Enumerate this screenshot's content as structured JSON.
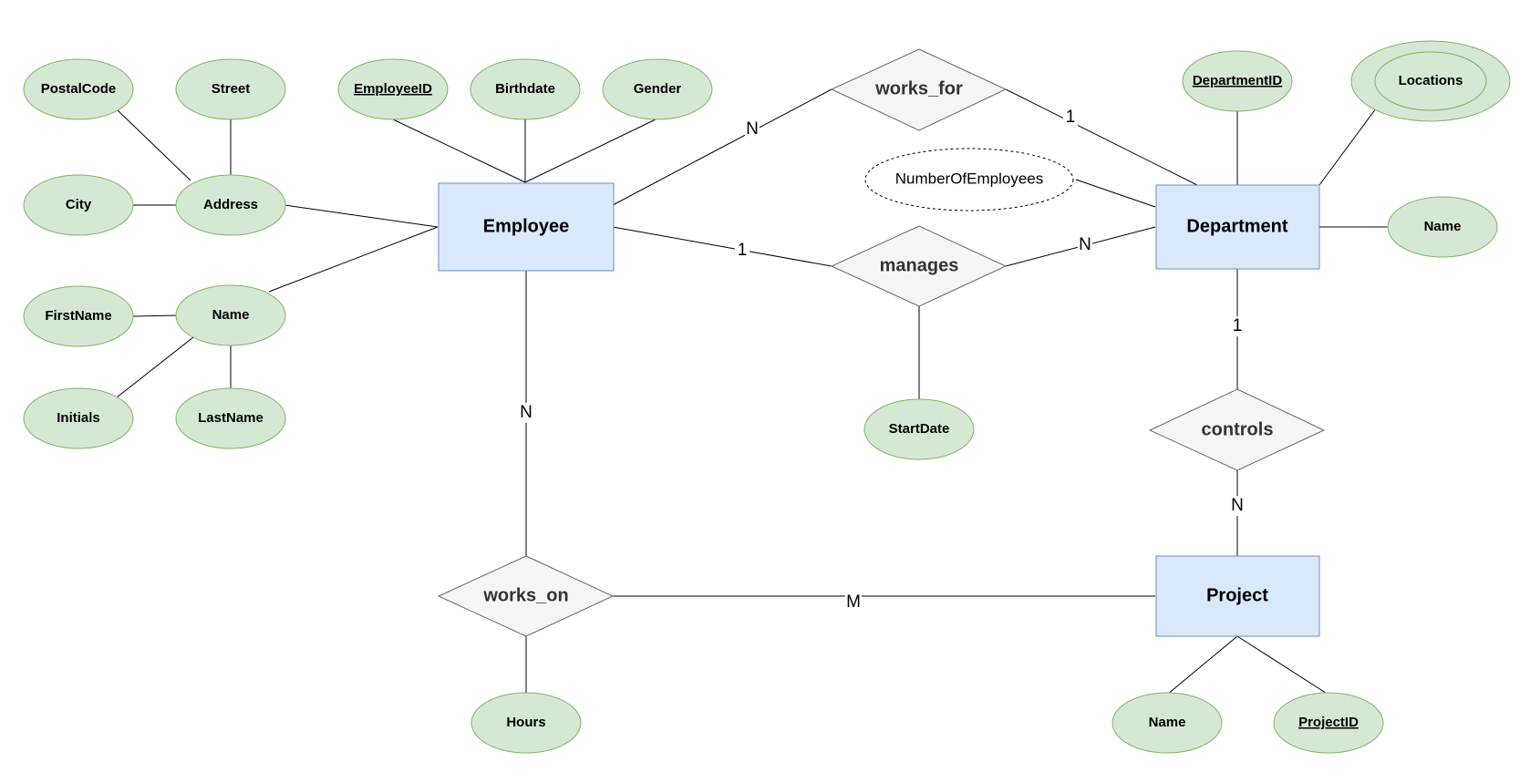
{
  "entities": {
    "employee": "Employee",
    "department": "Department",
    "project": "Project"
  },
  "relationships": {
    "works_for": "works_for",
    "manages": "manages",
    "controls": "controls",
    "works_on": "works_on"
  },
  "attributes": {
    "postal_code": "PostalCode",
    "street": "Street",
    "city": "City",
    "address": "Address",
    "first_name": "FirstName",
    "name": "Name",
    "initials": "Initials",
    "last_name": "LastName",
    "employee_id": "EmployeeID",
    "birthdate": "Birthdate",
    "gender": "Gender",
    "department_id": "DepartmentID",
    "locations": "Locations",
    "number_of_employees": "NumberOfEmployees",
    "department_name": "Name",
    "start_date": "StartDate",
    "hours": "Hours",
    "project_name": "Name",
    "project_id": "ProjectID"
  },
  "cardinalities": {
    "works_for_employee": "N",
    "works_for_department": "1",
    "manages_employee": "1",
    "manages_department": "N",
    "controls_department": "1",
    "controls_project": "N",
    "works_on_employee": "N",
    "works_on_project": "M"
  },
  "colors": {
    "entity_fill": "#dae8fc",
    "entity_stroke": "#6c8ebf",
    "attribute_fill": "#d5e8d4",
    "attribute_stroke": "#82b366",
    "relationship_fill": "#f5f5f5",
    "relationship_stroke": "#666666"
  }
}
